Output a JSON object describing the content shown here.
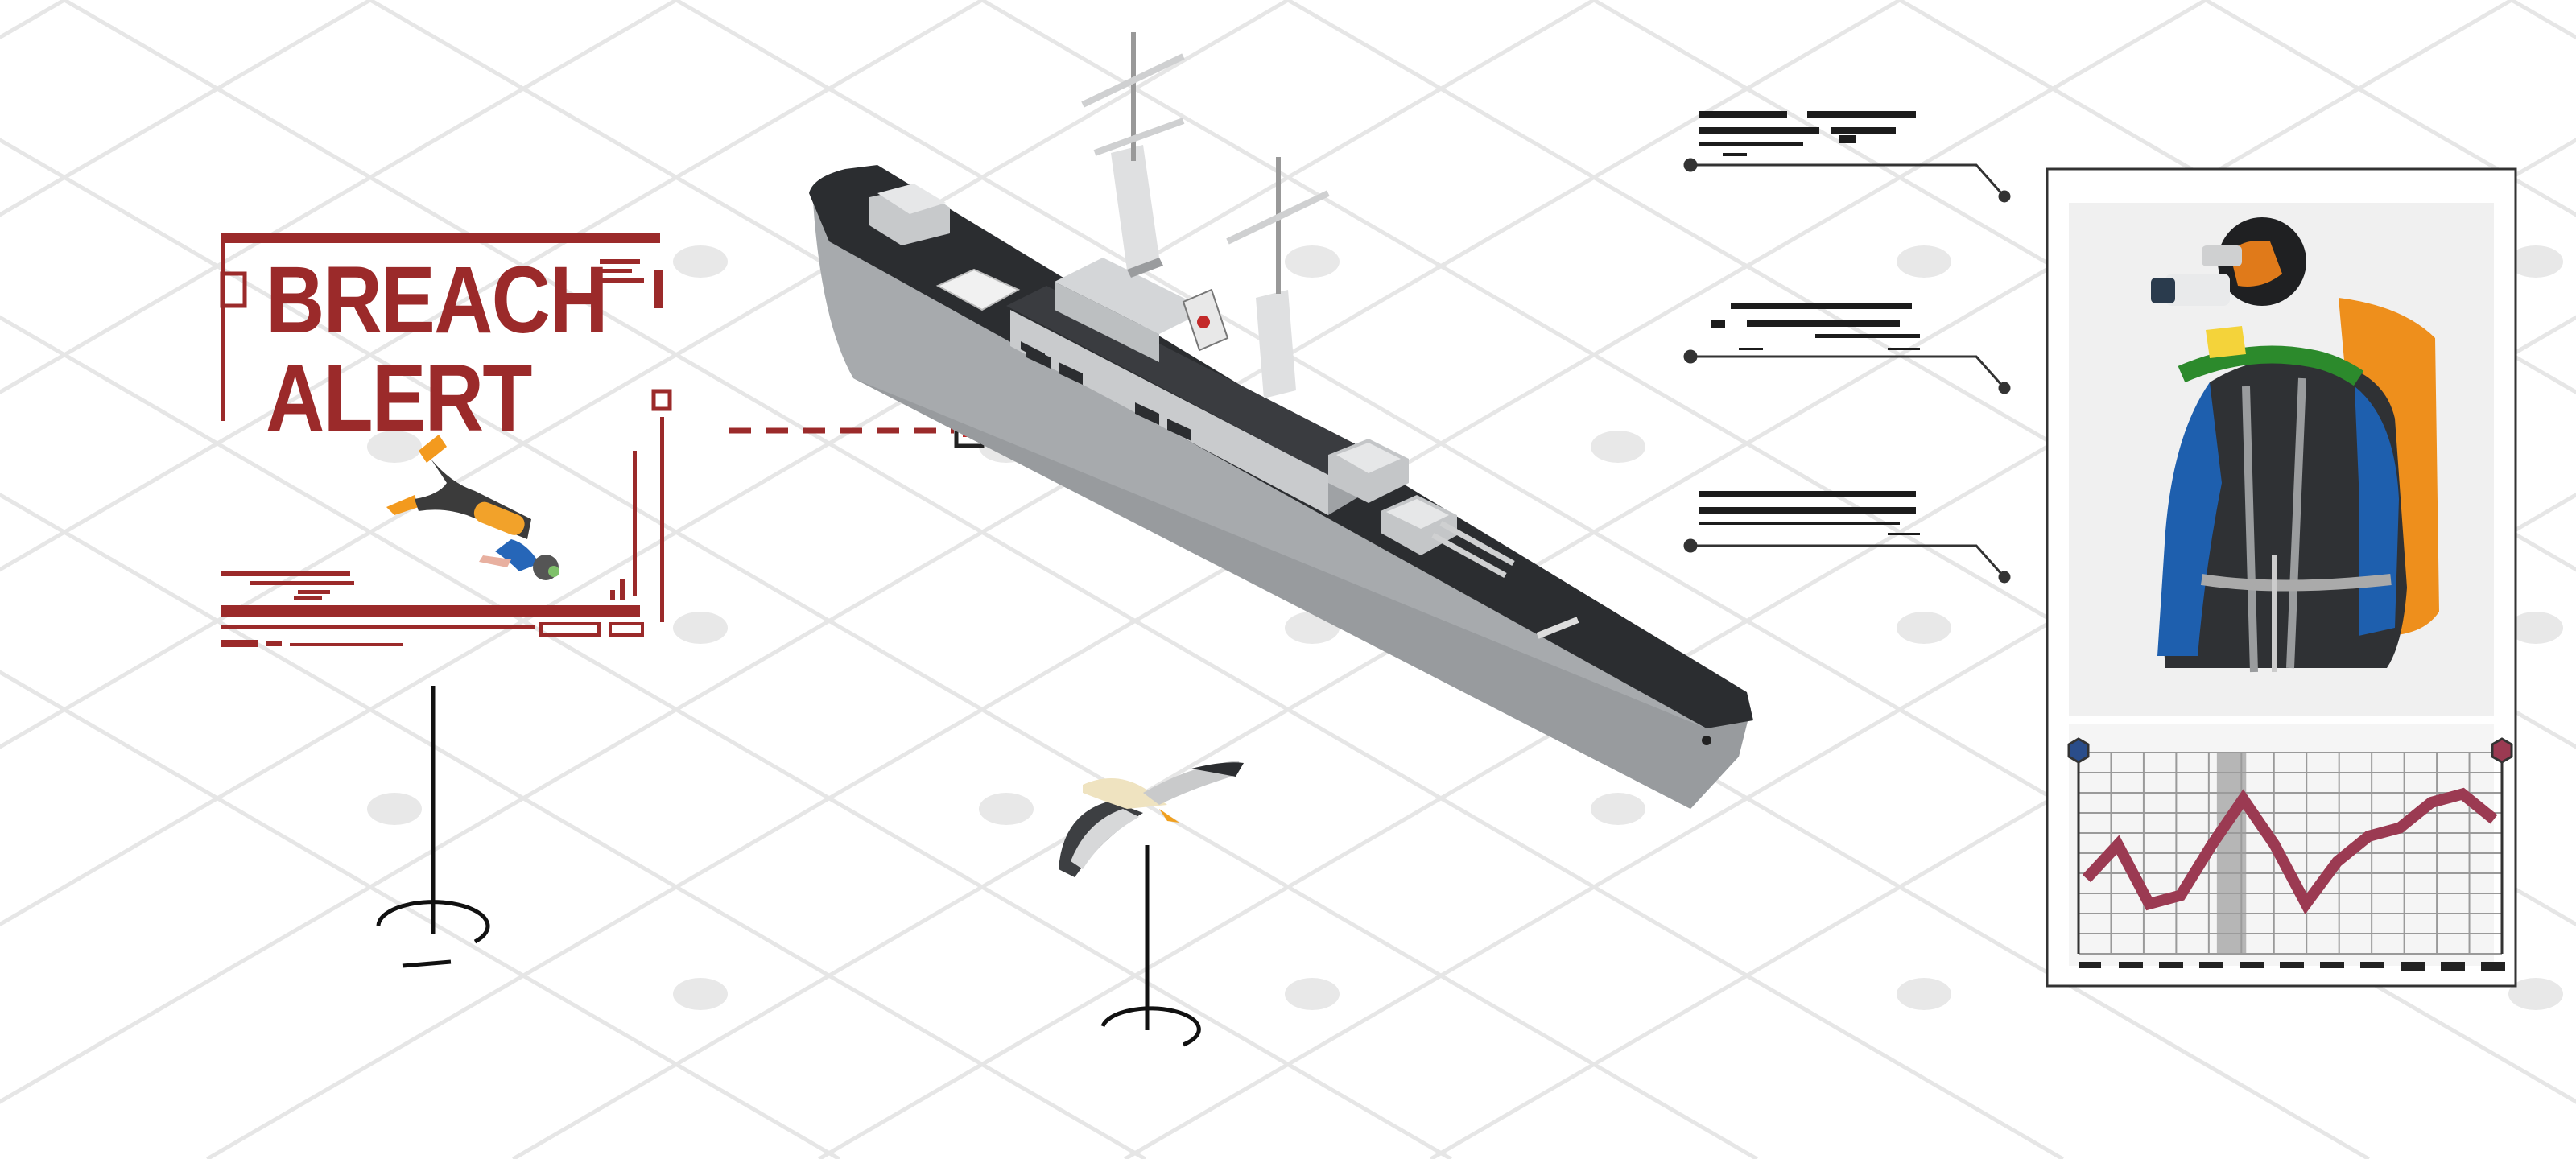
{
  "alert": {
    "line1": "BREACH",
    "line2": "ALERT"
  },
  "colors": {
    "alert_red": "#9b2a2a",
    "chart_line": "#9b3a52",
    "ship_hull": "#a4a7aa",
    "ship_deck": "#2b2d30",
    "diver_orange": "#ee8f1c",
    "diver_blue": "#1e5fae",
    "grid": "#e4e4e4"
  },
  "icons": {
    "diver": "scuba-diver-icon",
    "ship": "warship-icon",
    "seagull": "seagull-icon",
    "equipment": "diving-suit-icon",
    "chart": "line-chart-icon"
  },
  "chart": {
    "values": [
      0.35,
      0.55,
      0.2,
      0.25,
      0.55,
      0.82,
      0.55,
      0.2,
      0.45,
      0.6,
      0.65,
      0.8,
      0.85,
      0.7
    ],
    "highlight_index": 4,
    "ylim": [
      0,
      1
    ]
  }
}
